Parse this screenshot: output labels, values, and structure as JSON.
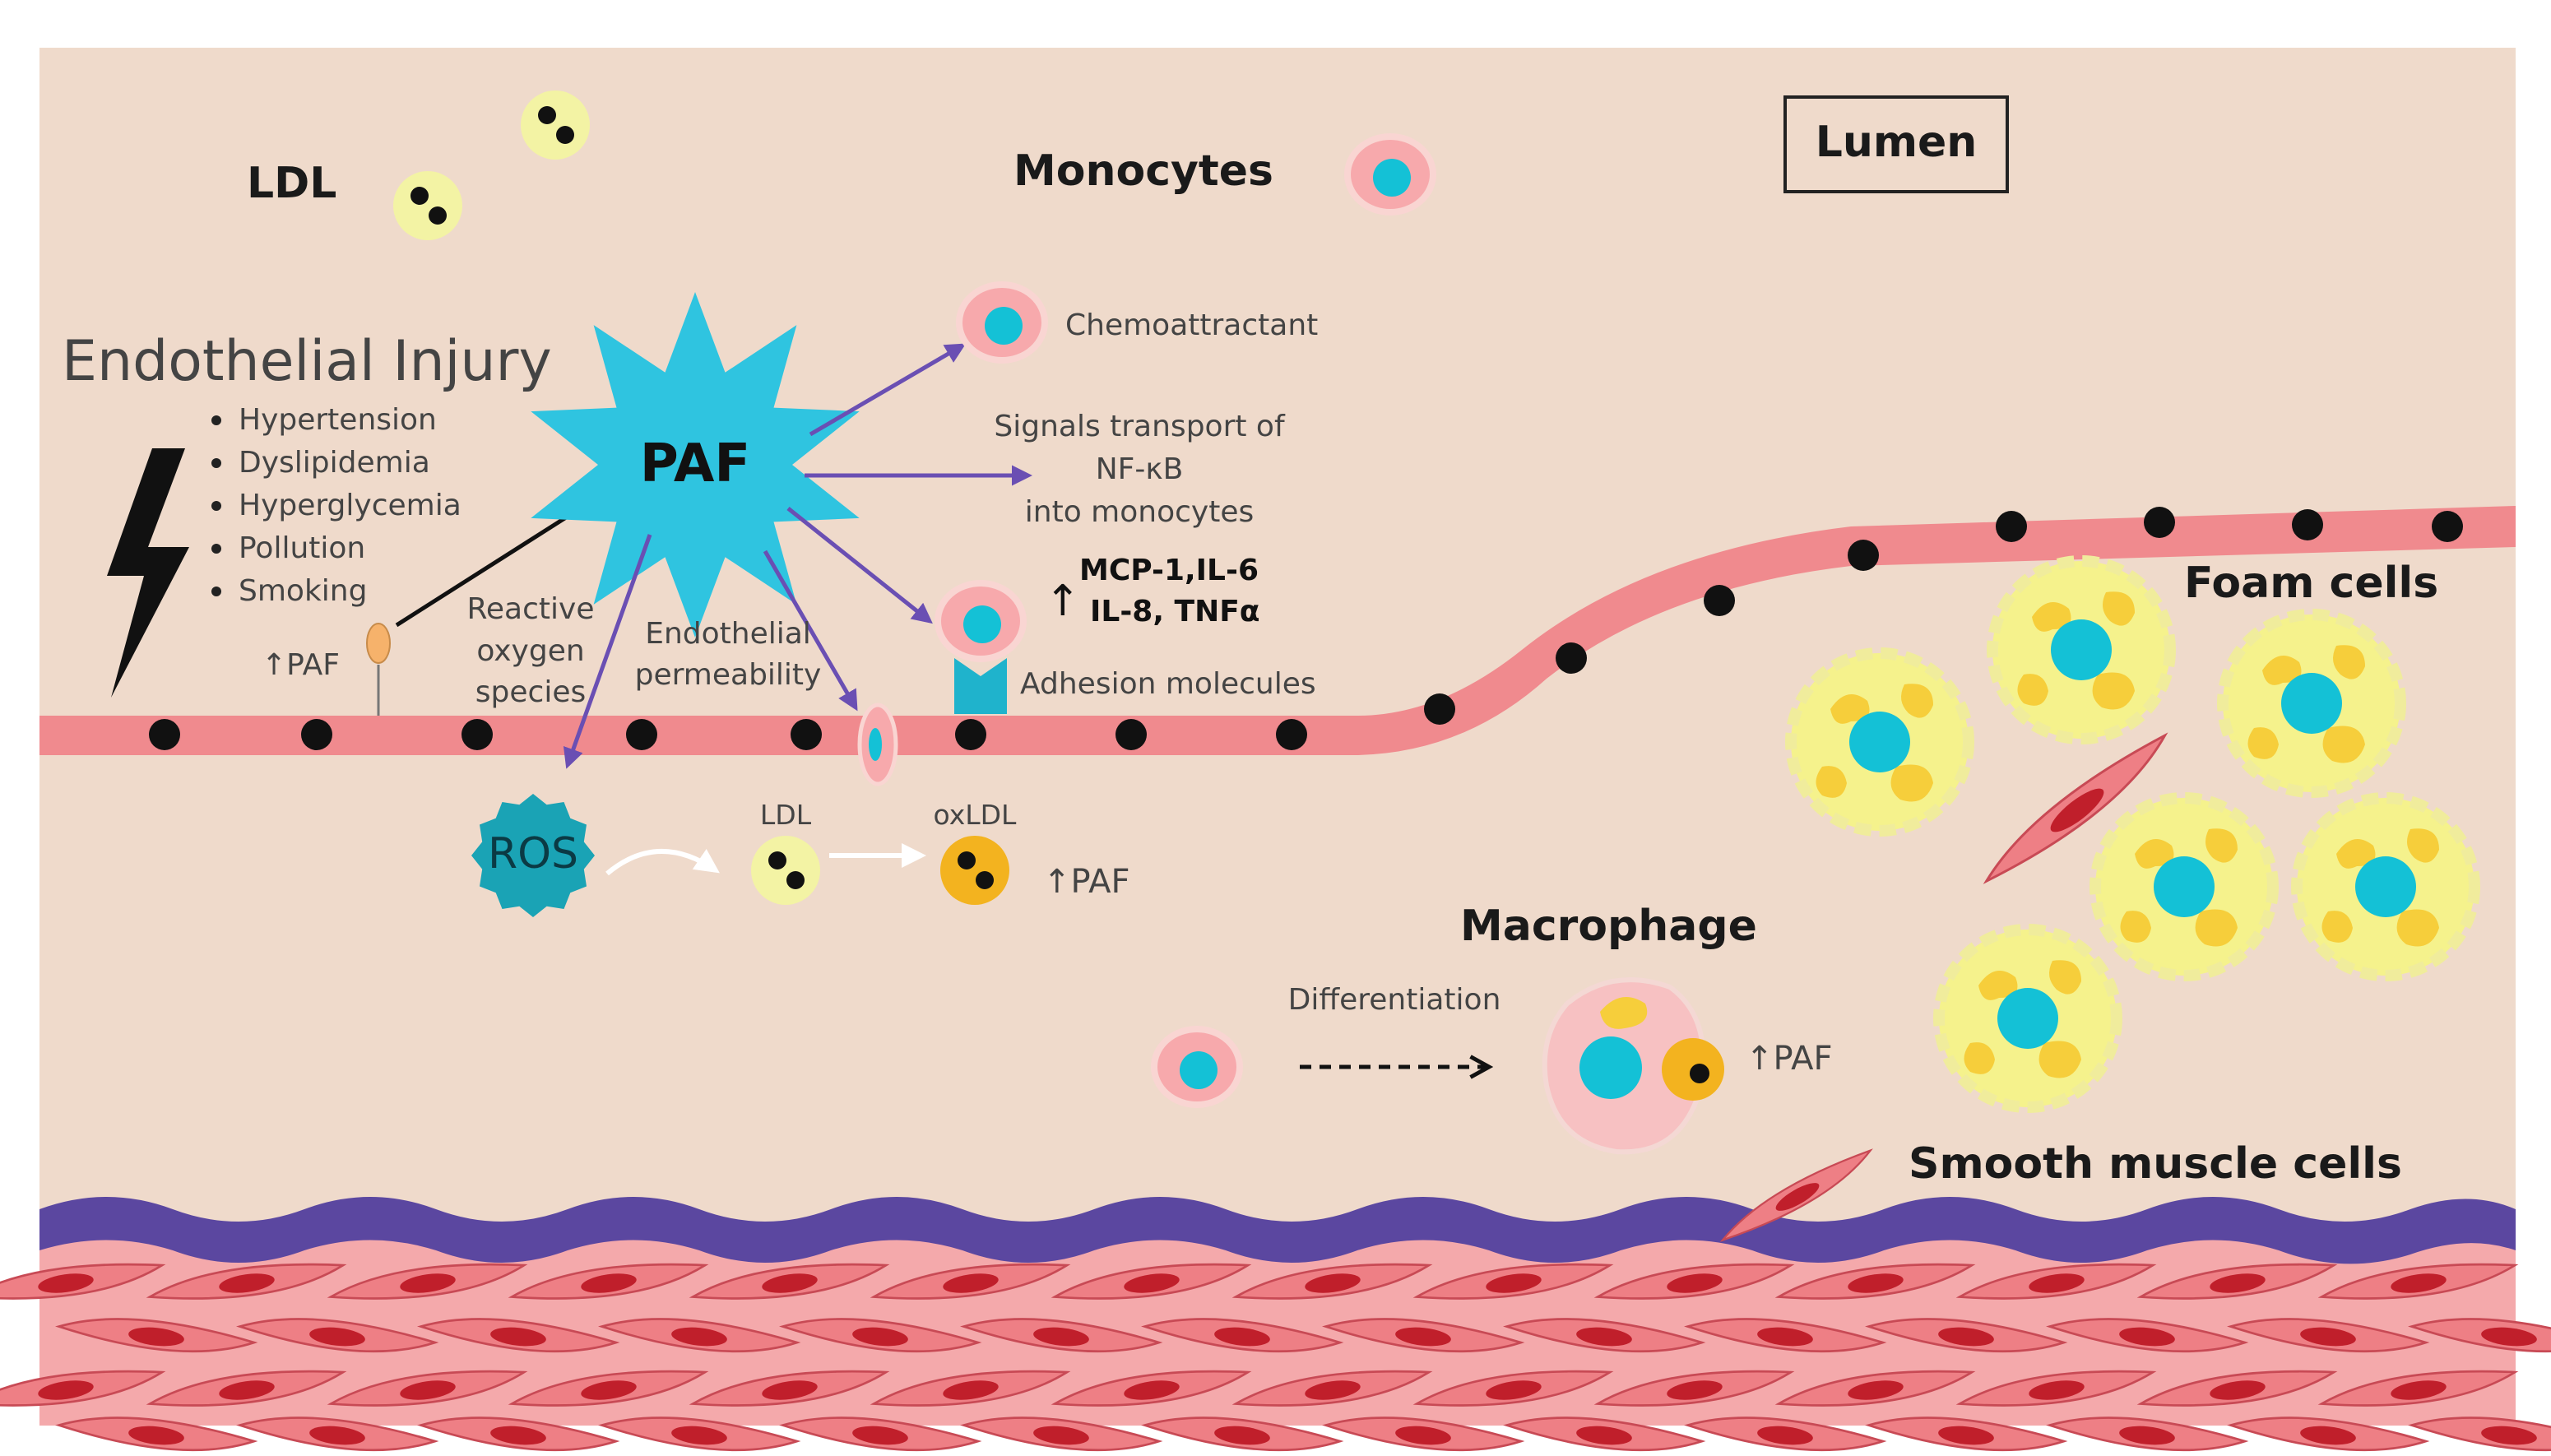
{
  "labels": {
    "ldl_top": "LDL",
    "monocytes": "Monocytes",
    "lumen": "Lumen",
    "endothelial_injury": "Endothelial Injury",
    "paf": "PAF",
    "paf_up_left": "↑PAF",
    "chemoattractant": "Chemoattractant",
    "signals_line1": "Signals transport of",
    "signals_line2": "NF-κB",
    "signals_line3": "into monocytes",
    "cytokines_arrow": "↑",
    "cytokines_line1": "MCP-1,IL-6",
    "cytokines_line2": "IL-8, TNFα",
    "adhesion": "Adhesion molecules",
    "ros_line1": "Reactive",
    "ros_line2": "oxygen",
    "ros_line3": "species",
    "perm_line1": "Endothelial",
    "perm_line2": "permeability",
    "ros": "ROS",
    "ldl_small": "LDL",
    "oxldl": "oxLDL",
    "paf_up_oxldl": "↑PAF",
    "foam_cells": "Foam cells",
    "macrophage": "Macrophage",
    "differentiation": "Differentiation",
    "paf_up_macrophage": "↑PAF",
    "smooth_muscle": "Smooth muscle cells"
  },
  "risk_factors": [
    "Hypertension",
    "Dyslipidemia",
    "Hyperglycemia",
    "Pollution",
    "Smoking"
  ],
  "colors": {
    "background": "#efdacb",
    "endothelium": "#f08a8e",
    "membrane": "#5b47a0",
    "muscle": "#ee7f85",
    "muscle_nucleus": "#c01f2b",
    "paf_star": "#2fc4e0",
    "ros": "#1aa3b5",
    "ldl": "#f3f3a4",
    "oxldl": "#f3b31f",
    "monocyte": "#f7a9ac",
    "nucleus": "#14c1d6",
    "foam_cell": "#f5f28c",
    "lipid": "#f6ce3b",
    "arrow": "#6a4fb3"
  },
  "icons": [
    "lightning-icon",
    "paf-star-icon",
    "ros-blob-icon",
    "ldl-particle-icon",
    "oxldl-particle-icon",
    "monocyte-icon",
    "macrophage-icon",
    "foam-cell-icon",
    "smooth-muscle-cell-icon",
    "receptor-icon"
  ]
}
